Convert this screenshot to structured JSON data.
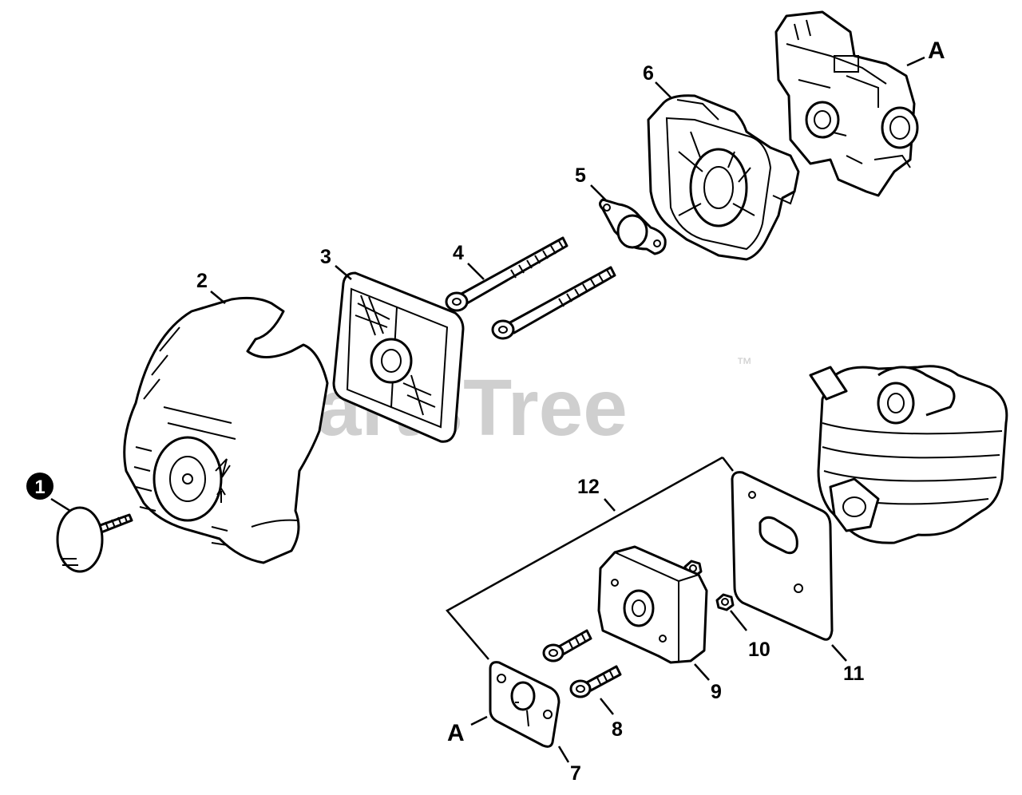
{
  "watermark": {
    "brand": "PartsTree",
    "trademark": "™"
  },
  "callouts": [
    {
      "id": "1",
      "text": "1",
      "style": "circled",
      "part": "knob"
    },
    {
      "id": "2",
      "text": "2",
      "part": "air-cleaner-cover"
    },
    {
      "id": "3",
      "text": "3",
      "part": "air-filter"
    },
    {
      "id": "4",
      "text": "4",
      "part": "long-bolts"
    },
    {
      "id": "5",
      "text": "5",
      "part": "small-bracket"
    },
    {
      "id": "6",
      "text": "6",
      "part": "air-cleaner-case"
    },
    {
      "id": "7",
      "text": "7",
      "part": "carburetor-gasket"
    },
    {
      "id": "8",
      "text": "8",
      "part": "short-bolts"
    },
    {
      "id": "9",
      "text": "9",
      "part": "insulator"
    },
    {
      "id": "10",
      "text": "10",
      "part": "nuts"
    },
    {
      "id": "11",
      "text": "11",
      "part": "cylinder-gasket"
    },
    {
      "id": "12",
      "text": "12",
      "part": "gasket-kit"
    },
    {
      "id": "A-top",
      "text": "A",
      "part": "carburetor"
    },
    {
      "id": "A-bottom",
      "text": "A",
      "part": "carburetor-gasket"
    }
  ]
}
